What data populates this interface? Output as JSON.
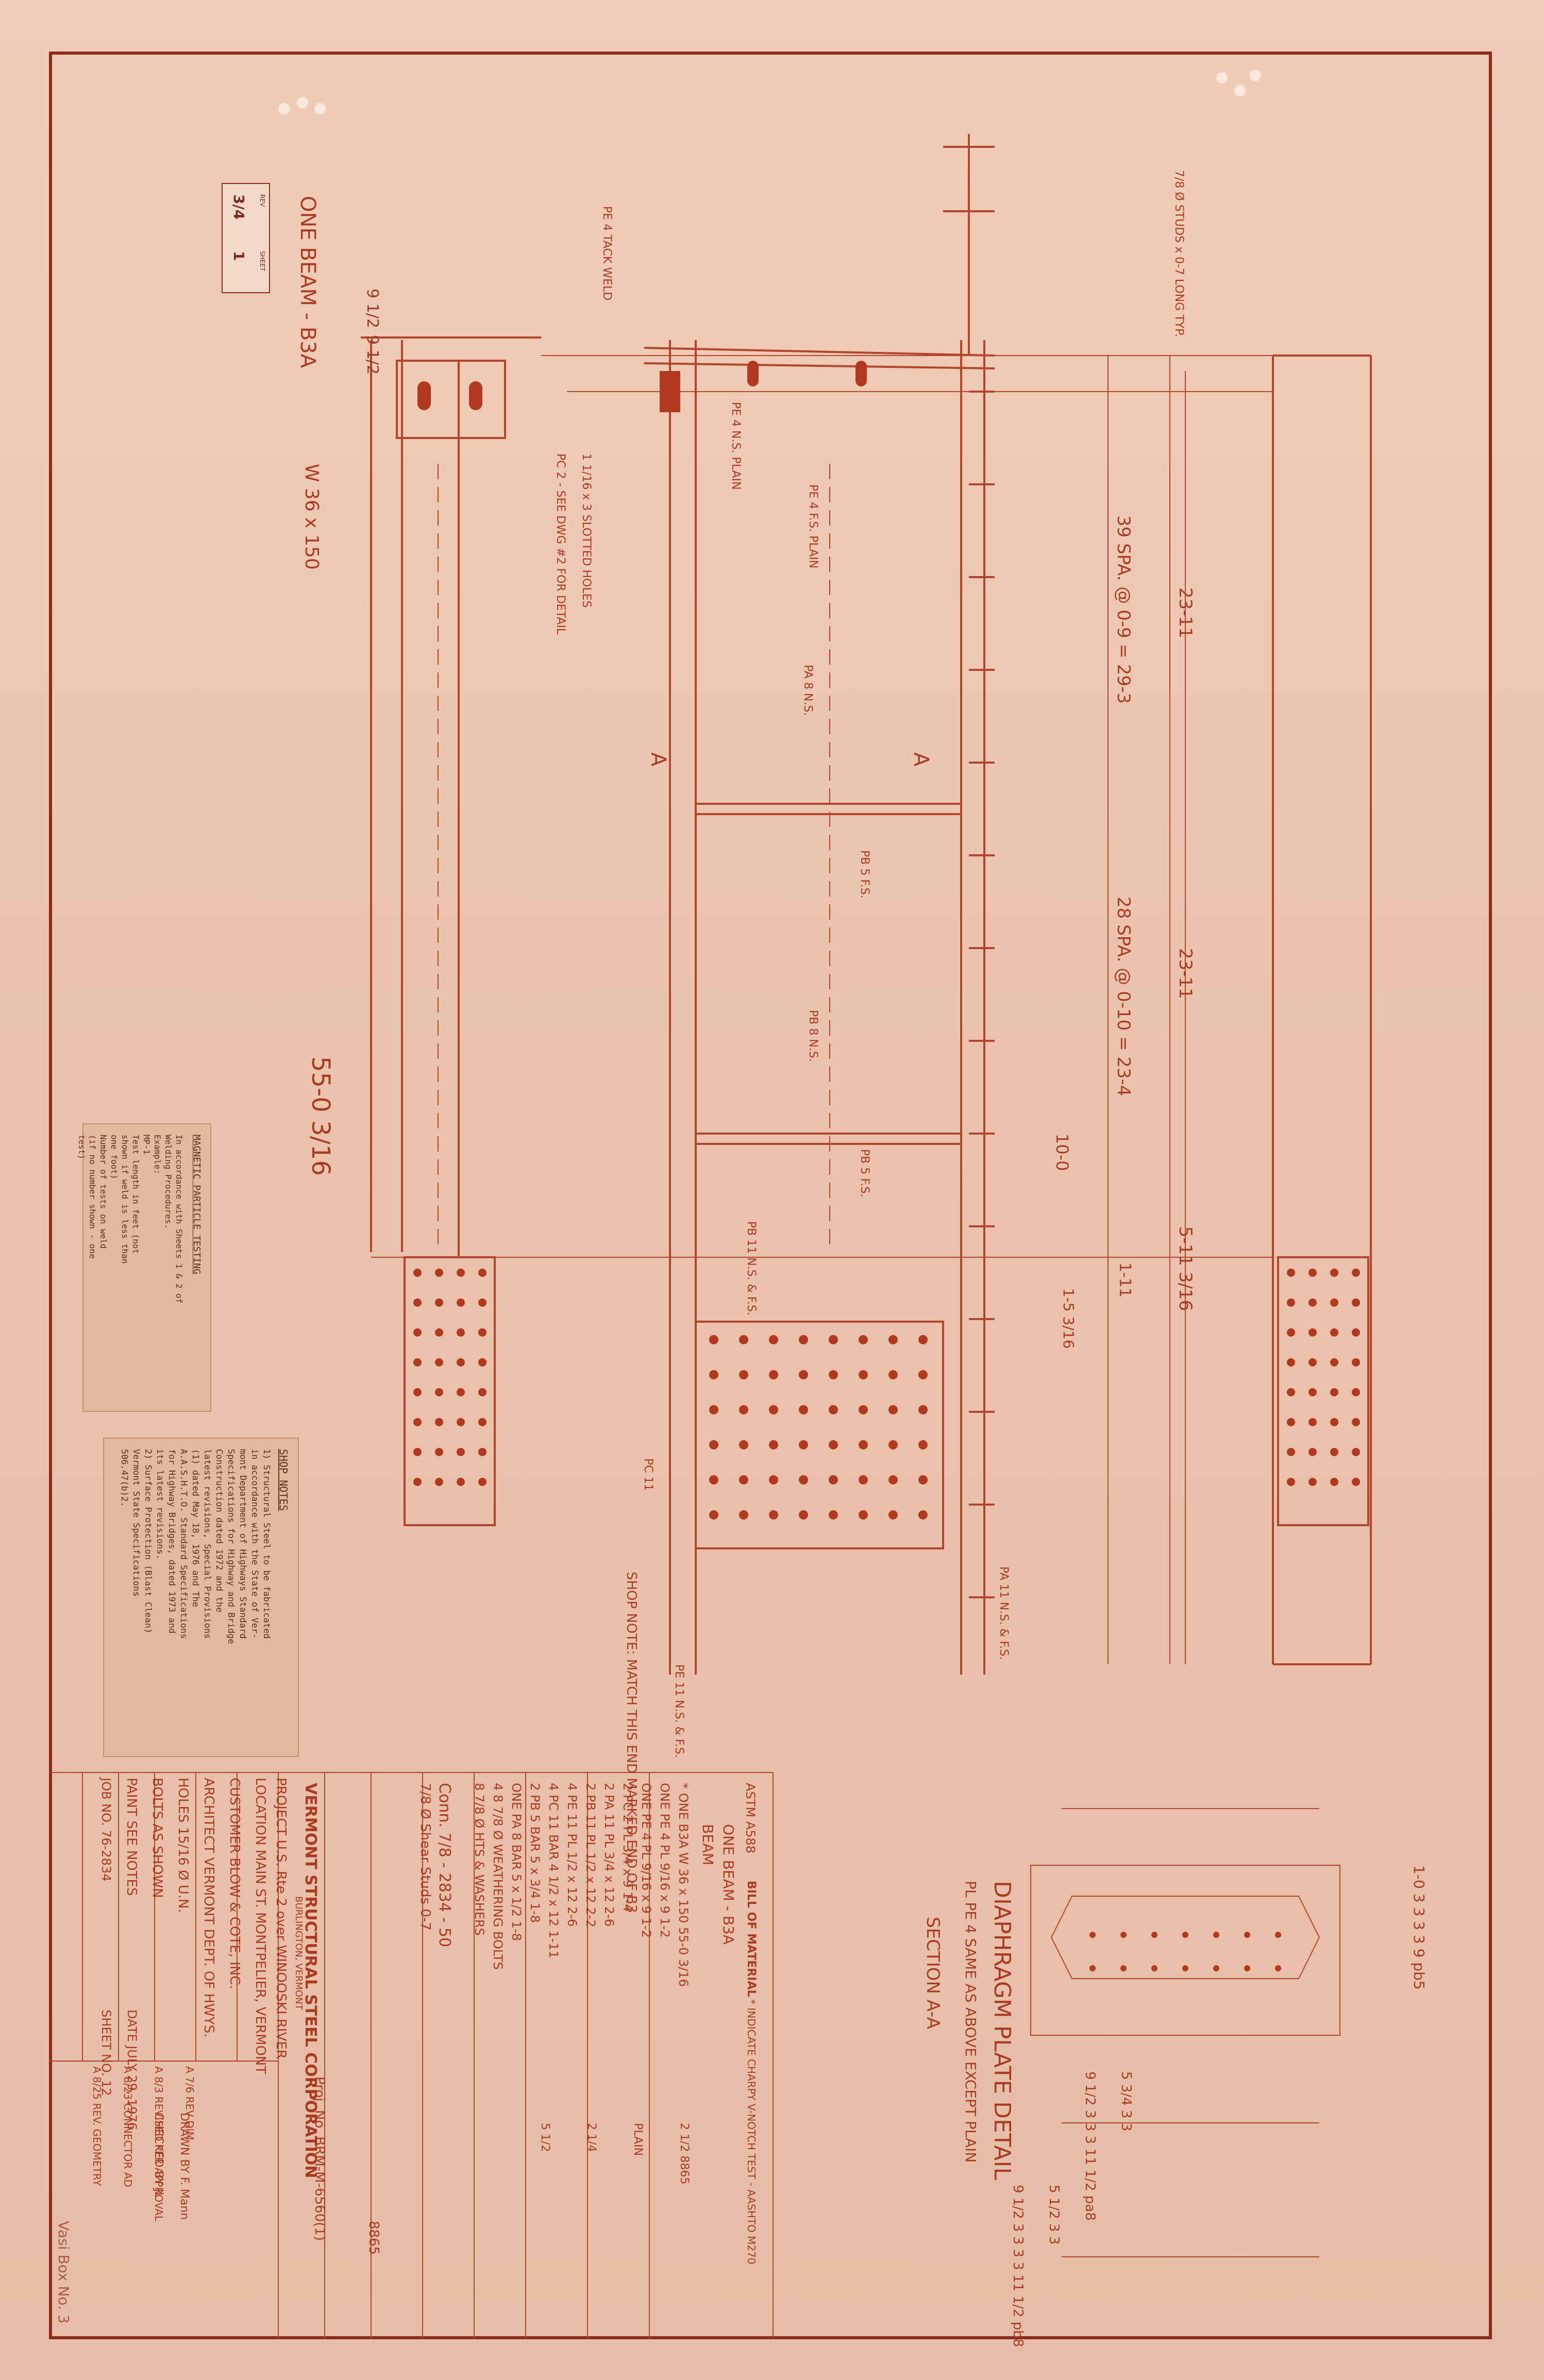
{
  "drawing": {
    "beam_label": "ONE BEAM - B3A",
    "beam_section": "W 36 x 150",
    "overall_length": "55-0 3/16",
    "dim_top_left": "9 1/2",
    "dim_top_right": "9 1/2",
    "studs": "7/8 Ø STUDS x 0-7 LONG TYP.",
    "spacing_1": "39 SPA. @ 0-9 = 29-3",
    "spacing_2": "28 SPA. @ 0-10 = 23-4",
    "seg_1": "23-11",
    "seg_2": "23-11",
    "dim_5_11": "5-11 3/16",
    "dim_10_0": "10-0",
    "dim_1_11": "1-11",
    "dim_1_5": "1-5 3/16",
    "slotted_holes": "1 1/16 x 3 SLOTTED HOLES",
    "pc2_note": "PC 2 - SEE DWG #2 FOR DETAIL",
    "section_mark": "A",
    "shop_mark_note": "SHOP NOTE: MATCH THIS END MARKED END OF B3",
    "pc_labels": {
      "pe4_tack": "PE 4 TACK WELD",
      "pe4_ns": "PE 4 N.S. PLAIN",
      "pe4_fs": "PE 4 F.S. PLAIN",
      "pa8": "PA 8 N.S.",
      "pb5": "PB 5 F.S.",
      "pb8": "PB 8 N.S.",
      "pb5b": "PB 5 F.S.",
      "pb11": "PB 11 N.S. & F.S.",
      "pc11": "PC 11",
      "pa11": "PA 11 N.S. & F.S.",
      "pe11": "PE 11 N.S. & F.S."
    }
  },
  "magnetic_note": {
    "title": "MAGNETIC PARTICLE TESTING",
    "lines": [
      "In accordance with Sheets 1 & 2 of",
      "Welding Procedures.",
      "Example:",
      "  MP-1",
      "     Test length in feet (not",
      "     shown if weld is less than",
      "     one foot)",
      "     Number of tests on weld",
      "     (if no number shown - one",
      "     test)"
    ]
  },
  "shop_notes": {
    "title": "SHOP NOTES",
    "lines": [
      "1) Structural Steel to be fabricated",
      "   in accordance with the State of Ver-",
      "   mont Department of Highways Standard",
      "   Specifications for Highway and Bridge",
      "   Construction dated 1972 and the",
      "   latest revisions, Special Provisions",
      "   (1) dated May 18, 1976 and The",
      "   A.A.S.H.T.O. Standard Specifications",
      "   for Highway Bridges, dated 1973 and",
      "   its latest revisions.",
      "2) Surface Protection (Blast Clean)",
      "   Vermont State Specifications",
      "   506.47(b)2."
    ]
  },
  "diaphragm": {
    "title": "DIAPHRAGM PLATE DETAIL",
    "subtitle": "PL PE 4 SAME AS ABOVE EXCEPT PLAIN",
    "section": "SECTION A-A",
    "dims_top": "1-0  3  3  3  3  9  pb5",
    "dims_mid": "5 3/4  3  3",
    "dims_pa8": "9 1/2  3  3  3  11 1/2  pa8",
    "dims_bot": "5 1/2  3  3",
    "dims_pb8": "9 1/2  3  3  3  3  11 1/2  pb8"
  },
  "bill": {
    "header": "BILL OF MATERIAL",
    "astm": "ASTM A588",
    "charpy": "* INDICATE CHARPY V-NOTCH TEST - AASHTO M270",
    "item": "ONE BEAM - B3A",
    "beam_word": "BEAM",
    "rows": [
      "* ONE  B3A  W 36 x 150        55-0 3/16",
      "  ONE  PE 4  PL 9/16 x 9      1-2",
      "  ONE  PE 4  PL 9/16 x 9      1-2",
      "  2    PC 2  PL 3/4 x 9       1-4",
      "  2    PA 11 PL 3/4 x 12      2-6",
      "  2    PB 11 PL 1/2 x 12      2-2",
      "  4    PE 11 PL 1/2 x 12      2-6",
      "  4    PC 11 BAR 4 1/2 x 12   1-11",
      "  2    PB 5  BAR 5 x 3/4      1-8",
      "  ONE  PA 8  BAR 5 x 1/2      1-8",
      "  4    8  7/8 Ø WEATHERING BOLTS",
      "  8    7/8 Ø HTS & WASHERS"
    ],
    "weights": [
      "2 1/2  8865",
      "PLAIN",
      "2 1/4",
      "5 1/2"
    ],
    "studs_row": "Conn. 7/8 - 2834 - 50",
    "studs_row2": "7/8 Ø Shear Studs 0-7",
    "total": "8865"
  },
  "title_block": {
    "company": "VERMONT STRUCTURAL STEEL CORPORATION",
    "address": "BURLINGTON, VERMONT",
    "project": "PROJECT U.S. Rte 2 over WINOOSKI RIVER",
    "location": "LOCATION MAIN ST. MONTPELIER, VERMONT",
    "customer": "CUSTOMER BLOW & COTE, INC.",
    "architect": "ARCHITECT VERMONT DEPT. OF HWYS.",
    "holes": "HOLES 15/16 Ø U.N.",
    "bolts": "BOLTS AS SHOWN",
    "paint": "PAINT SEE NOTES",
    "date": "DATE JULY 29, 1976",
    "drawn_by": "DRAWN BY F. Mann",
    "checked_by": "CHECKED BY JL",
    "sheet_no": "SHEET NO. 12",
    "job_no": "JOB NO. 76-2834",
    "proj_no": "Proj. No. BRM-M-6560(1)",
    "revisions": [
      "A 7/6 REV DIM",
      "A 8/3 REVISED PER APPROVAL",
      "A 8/23 CONNECTOR AD",
      "A 8/25 REV. GEOMETRY"
    ],
    "corner": "Vasi Box No. 3"
  },
  "rev_box": {
    "r1": "3/4",
    "r2": "1",
    "label_rev": "REV",
    "label_sheet": "SHEET"
  }
}
